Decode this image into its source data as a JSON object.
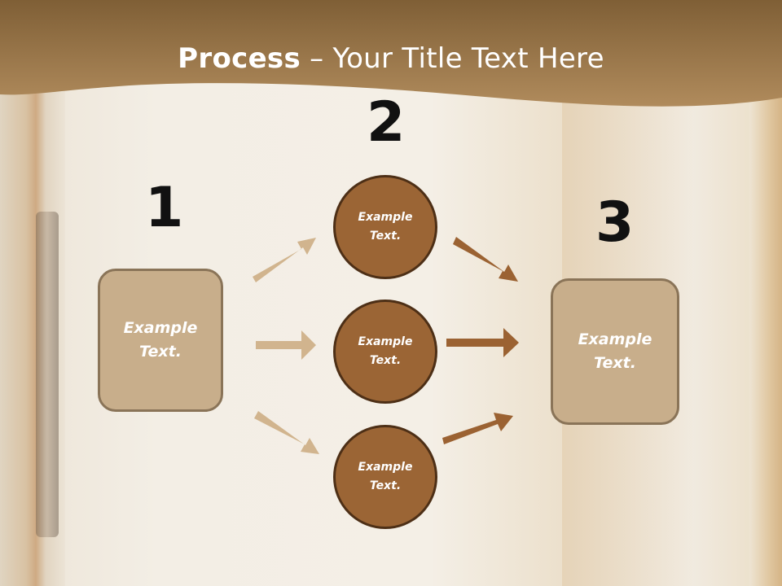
{
  "title": {
    "bold": "Process",
    "rest": " – Your Title Text Here"
  },
  "steps": [
    {
      "number": "1",
      "text": "Example Text."
    },
    {
      "number": "2",
      "text": "Example Text."
    },
    {
      "number": "3",
      "text": "Example Text."
    }
  ],
  "circles": [
    {
      "text": "Example Text."
    },
    {
      "text": "Example Text."
    },
    {
      "text": "Example Text."
    }
  ],
  "colors": {
    "header": "#9a7447",
    "box_fill": "#c8ae8b",
    "box_border": "#8a7458",
    "circle_fill": "#9b6535",
    "circle_border": "#4d2f16",
    "arrow_light": "#d1b48e",
    "arrow_dark": "#9b6232"
  }
}
